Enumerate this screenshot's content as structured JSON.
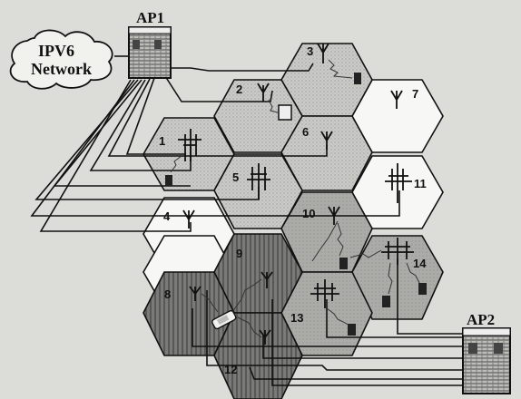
{
  "labels": {
    "ap1": "AP1",
    "ap2": "AP2",
    "cloud_line1": "IPV6",
    "cloud_line2": "Network"
  },
  "cells": [
    {
      "number": "1",
      "shade": "dotted"
    },
    {
      "number": "2",
      "shade": "dotted"
    },
    {
      "number": "3",
      "shade": "dotted"
    },
    {
      "number": "4",
      "shade": "white"
    },
    {
      "number": "5",
      "shade": "dotted"
    },
    {
      "number": "6",
      "shade": "dotted"
    },
    {
      "number": "7",
      "shade": "white"
    },
    {
      "number": "8",
      "shade": "dark-striped"
    },
    {
      "number": "9",
      "shade": "dark-striped"
    },
    {
      "number": "10",
      "shade": "gray"
    },
    {
      "number": "11",
      "shade": "white"
    },
    {
      "number": "12",
      "shade": "dark-striped"
    },
    {
      "number": "13",
      "shade": "gray"
    },
    {
      "number": "14",
      "shade": "gray"
    }
  ],
  "colors": {
    "background": "#dcdcd8",
    "dotted_cell": "#c9c9c5",
    "gray_cell": "#a9a9a6",
    "dark_cell": "#777775",
    "white_cell": "#f7f7f5",
    "line": "#111111"
  }
}
